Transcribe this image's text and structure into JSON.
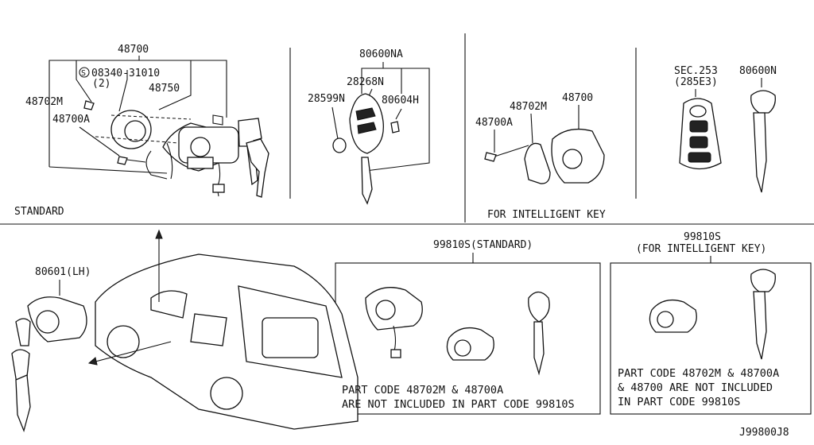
{
  "sections": {
    "standard": {
      "caption": "STANDARD",
      "labels": {
        "part_48700": "48700",
        "bolt_code": "08340-31010",
        "bolt_qty": "(2)",
        "part_48750": "48750",
        "part_48702M": "48702M",
        "part_48700A": "48700A"
      }
    },
    "key_set": {
      "labels": {
        "part_80600NA": "80600NA",
        "part_28268N": "28268N",
        "part_28599N": "28599N",
        "part_80604H": "80604H"
      }
    },
    "intelligent": {
      "caption": "FOR INTELLIGENT KEY",
      "labels": {
        "part_48702M": "48702M",
        "part_48700": "48700",
        "part_48700A": "48700A"
      }
    },
    "fob": {
      "labels": {
        "sec_ref": "SEC.253",
        "sec_sub": "(285E3)",
        "part_80600N": "80600N"
      }
    },
    "door": {
      "labels": {
        "part_80601": "80601(LH)"
      }
    },
    "kit_standard": {
      "title": "99810S(STANDARD)",
      "note_line1": "PART CODE 48702M & 48700A",
      "note_line2": "ARE NOT INCLUDED IN PART CODE 99810S"
    },
    "kit_intelligent": {
      "title_line1": "99810S",
      "title_line2": "(FOR INTELLIGENT KEY)",
      "note_line1": "PART CODE 48702M & 48700A",
      "note_line2": "& 48700 ARE NOT INCLUDED",
      "note_line3": "IN PART CODE 99810S"
    }
  },
  "diagram_code": "J99800J8",
  "icons": {
    "bolt_symbol": "circled-s-icon",
    "fob_lock": "lock-button-icon",
    "fob_unlock": "unlock-button-icon"
  }
}
